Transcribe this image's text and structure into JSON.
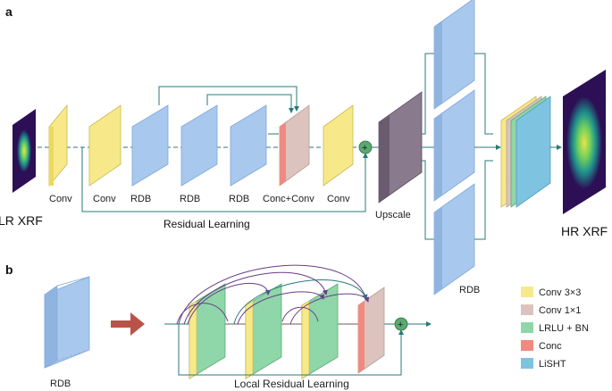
{
  "panels": {
    "a": "a",
    "b": "b"
  },
  "labels": {
    "lr_xrf": "LR XRF",
    "conv1": "Conv",
    "conv2": "Conv",
    "rdb1": "RDB",
    "rdb2": "RDB",
    "rdb3": "RDB",
    "conc_conv": "Conc+Conv",
    "conv3": "Conv",
    "residual_learning": "Residual Learning",
    "upscale": "Upscale",
    "rdb_up": "RDB",
    "hr_xrf": "HR XRF",
    "rdb_b": "RDB",
    "local_residual_learning": "Local Residual Learning"
  },
  "legend": [
    {
      "label": "Conv 3×3",
      "color": "#f7e98a"
    },
    {
      "label": "Conv 1×1",
      "color": "#dcc3bd"
    },
    {
      "label": "LRLU + BN",
      "color": "#8fd6a8"
    },
    {
      "label": "Conc",
      "color": "#f08a80"
    },
    {
      "label": "LiSHT",
      "color": "#7ec3e0"
    }
  ],
  "colors": {
    "conv": "#f7e98a",
    "rdb": "#a9c8ee",
    "conc": "#f08a80",
    "conc_body": "#dcc3bd",
    "upscale": "#8a7a8e",
    "lrlu": "#8fd6a8",
    "lisht": "#7ec3e0",
    "arrow": "#2a7a7a",
    "add": "#5aa96e"
  }
}
